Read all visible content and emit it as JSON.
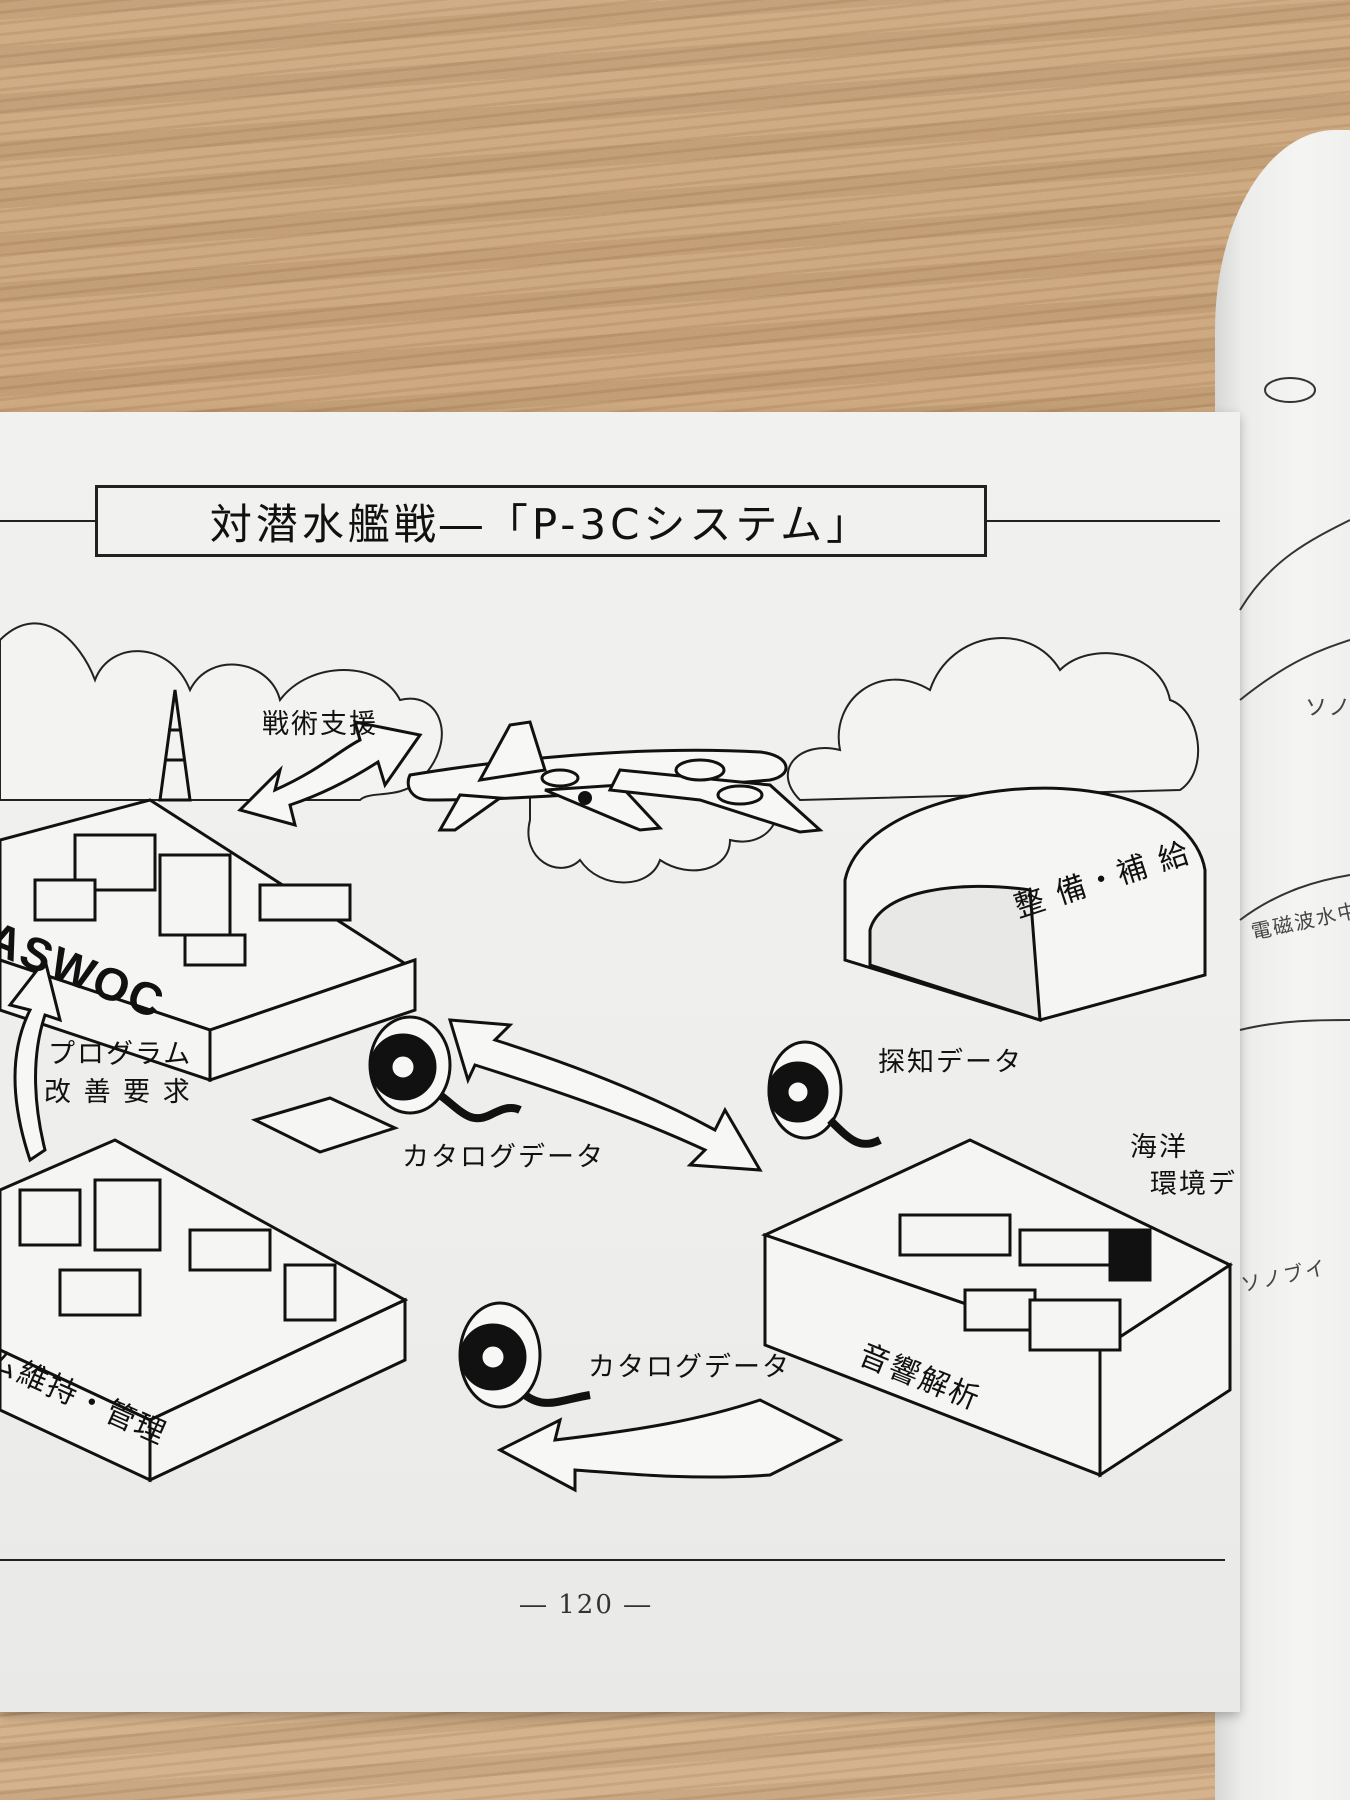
{
  "title": "対潜水艦戦―「P-3Cシステム」",
  "labels": {
    "tactical_support": "戦術支援",
    "aswoc": "ASWOC",
    "maintenance_supply": "整 備・補 給",
    "program_request_1": "プログラム",
    "program_request_2": "改 善 要 求",
    "catalog_data_upper": "カタログデータ",
    "detection_data": "探知データ",
    "ocean_env_1": "海洋",
    "ocean_env_2": "環境デ",
    "acoustic_analysis": "音響解析",
    "system_maintenance": "ム維持・管理",
    "catalog_data_lower": "カタログデータ",
    "right_partial_1": "ソノ",
    "right_partial_2": "電磁波水中",
    "right_partial_3": "ソノブイ"
  },
  "page_number": "― 120 ―"
}
